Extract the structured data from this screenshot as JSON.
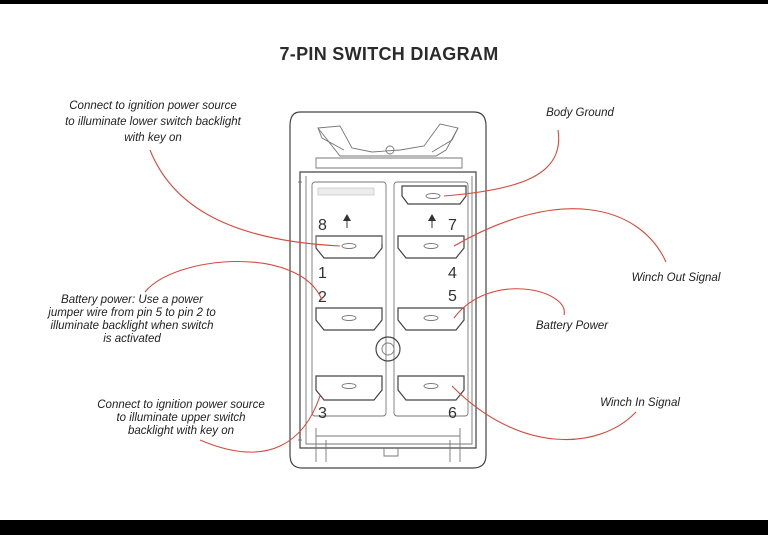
{
  "title": "7-PIN SWITCH DIAGRAM",
  "pins": {
    "p8": "8",
    "p7": "7",
    "p1": "1",
    "p4": "4",
    "p2": "2",
    "p5": "5",
    "p3": "3",
    "p6": "6"
  },
  "labels": {
    "ignition_lower": [
      "Connect to ignition power source",
      "to illuminate lower switch backlight",
      "with key on"
    ],
    "battery_jumper": [
      "Battery power: Use a power",
      "jumper wire from pin 5 to pin 2 to",
      "illuminate backlight when switch",
      "is activated"
    ],
    "ignition_upper": [
      "Connect to ignition power source",
      "to illuminate upper switch",
      "backlight with key on"
    ],
    "body_ground": "Body Ground",
    "winch_out": "Winch Out Signal",
    "battery_power": "Battery Power",
    "winch_in": "Winch In Signal"
  },
  "colors": {
    "leader_line": "#d84a3e",
    "background": "#ffffff",
    "frame": "#000000"
  }
}
